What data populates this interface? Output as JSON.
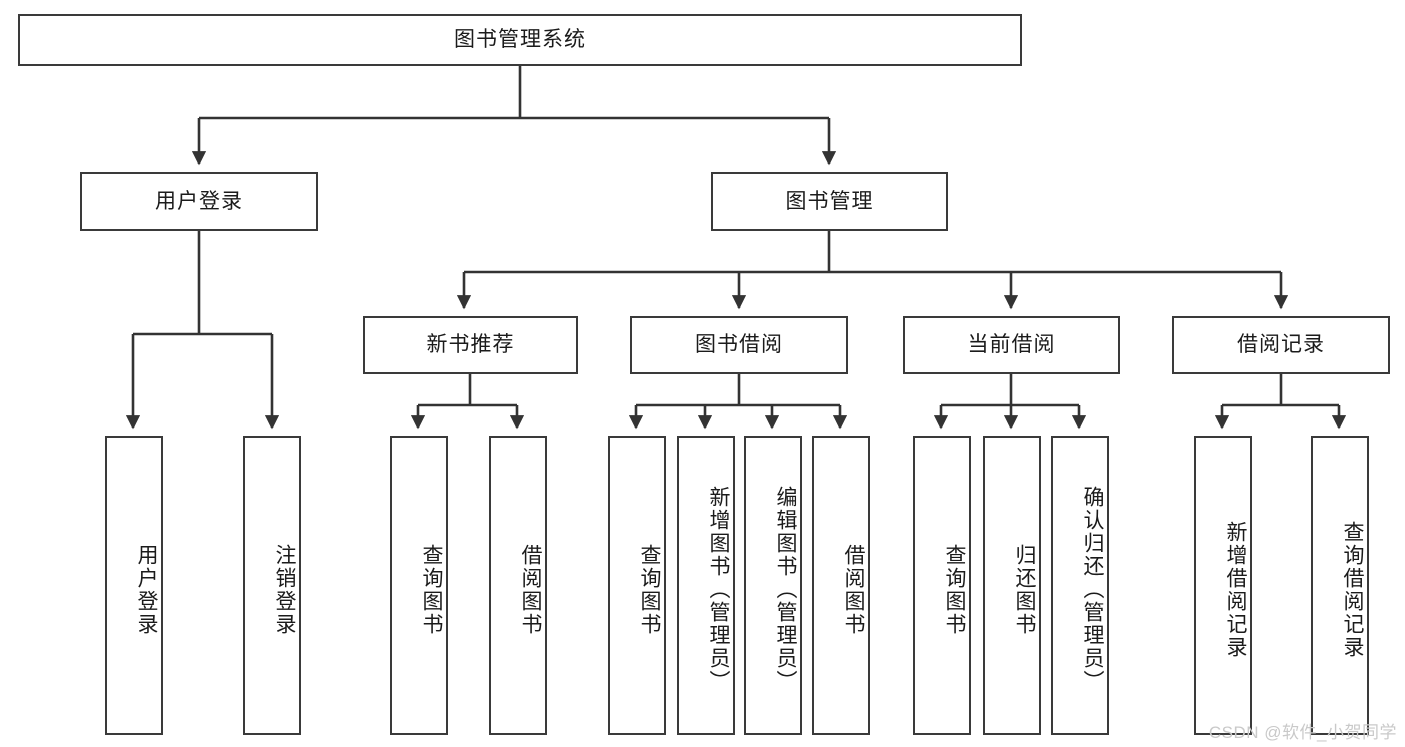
{
  "diagram": {
    "title": "图书管理系统",
    "type": "hierarchy-tree",
    "orientation": "top-down",
    "levels": 4,
    "colors": {
      "box_border": "#3a3a3a",
      "box_fill": "#ffffff",
      "connector": "#333333",
      "text": "#1b1b1b",
      "watermark": "#c9c9c9",
      "background": "#ffffff"
    }
  },
  "nodes": {
    "root": {
      "label": "图书管理系统"
    },
    "level2": [
      {
        "id": "user-login",
        "label": "用户登录"
      },
      {
        "id": "book-manage",
        "label": "图书管理"
      }
    ],
    "level3": [
      {
        "id": "new-book-recommend",
        "label": "新书推荐"
      },
      {
        "id": "book-borrow",
        "label": "图书借阅"
      },
      {
        "id": "current-borrow",
        "label": "当前借阅"
      },
      {
        "id": "borrow-record",
        "label": "借阅记录"
      }
    ],
    "leaves": {
      "user-login": [
        {
          "id": "leaf-user-login",
          "label": "用户登录"
        },
        {
          "id": "leaf-logout-login",
          "label": "注销登录"
        }
      ],
      "new-book-recommend": [
        {
          "id": "leaf-query-book-1",
          "label": "查询图书"
        },
        {
          "id": "leaf-borrow-book-1",
          "label": "借阅图书"
        }
      ],
      "book-borrow": [
        {
          "id": "leaf-query-book-2",
          "label": "查询图书"
        },
        {
          "id": "leaf-add-book",
          "label": "新增图书（管理员）"
        },
        {
          "id": "leaf-edit-book",
          "label": "编辑图书（管理员）"
        },
        {
          "id": "leaf-borrow-book-2",
          "label": "借阅图书"
        }
      ],
      "current-borrow": [
        {
          "id": "leaf-query-book-3",
          "label": "查询图书"
        },
        {
          "id": "leaf-return-book",
          "label": "归还图书"
        },
        {
          "id": "leaf-confirm-return",
          "label": "确认归还（管理员）"
        }
      ],
      "borrow-record": [
        {
          "id": "leaf-add-record",
          "label": "新增借阅记录"
        },
        {
          "id": "leaf-query-record",
          "label": "查询借阅记录"
        }
      ]
    }
  },
  "watermark": {
    "text": "CSDN @软件_小贺同学"
  }
}
